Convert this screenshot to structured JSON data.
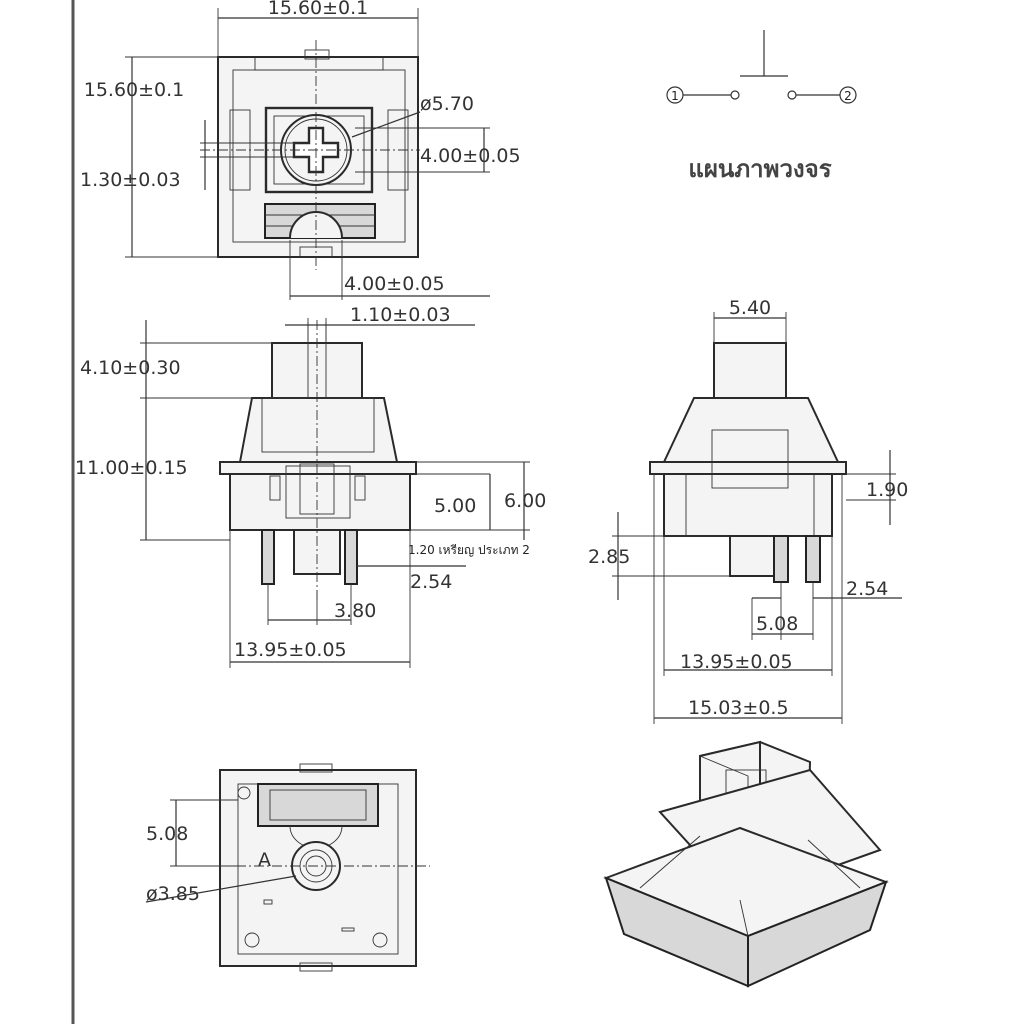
{
  "labels": {
    "top_width": "15.60±0.1",
    "top_height": "15.60±0.1",
    "stem_diameter": "ø5.70",
    "cross_width": "4.00±0.05",
    "cross_thickness": "1.30±0.03",
    "stem_offset": "4.00±0.05",
    "stem_slot": "1.10±0.03",
    "travel_total": "4.10±0.30",
    "body_height": "11.00±0.15",
    "height_5": "5.00",
    "height_6": "6.00",
    "pin_pitch_a": "2.54",
    "pin_gap": "3.80",
    "body_width_front": "13.95±0.05",
    "stem_width_side": "5.40",
    "clip_height": "1.90",
    "pin_length": "2.85",
    "pin_pitch_b": "2.54",
    "pin_spacing": "5.08",
    "body_width_side": "13.95±0.05",
    "plate_width": "15.03±0.5",
    "bottom_offset": "5.08",
    "center_post": "ø3.85",
    "circuit_title": "แผนภาพวงจร",
    "circuit_pin1": "1",
    "circuit_pin2": "2",
    "pin_note": "1.20 เหรียญ ประเภท 2",
    "mark_letter": "A"
  }
}
